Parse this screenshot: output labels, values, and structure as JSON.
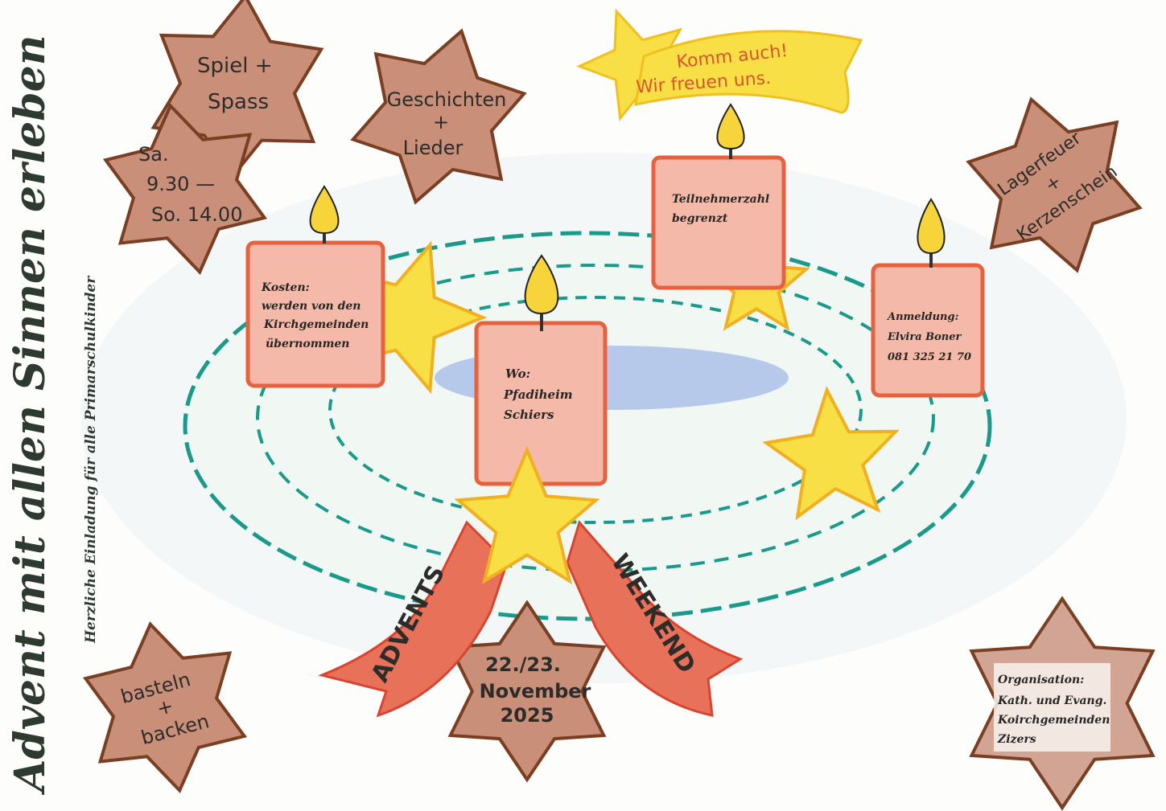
{
  "title": "Advent mit allen Sinnen erleben",
  "subtitle": "Herzliche Einladung für alle Primarschulkinder",
  "banner": {
    "line1": "Komm auch!",
    "line2": "Wir freuen uns."
  },
  "stars": {
    "spiel": {
      "line1": "Spiel +",
      "line2": "Spass"
    },
    "time": {
      "line1": "Sa.",
      "line2": "9.30 —",
      "line3": "So. 14.00"
    },
    "geschichten": {
      "line1": "Geschichten",
      "line2": "+",
      "line3": "Lieder"
    },
    "lagerfeuer": {
      "line1": "Lagerfeuer",
      "line2": "+",
      "line3": "Kerzenschein"
    },
    "date": {
      "line1": "22./23.",
      "line2": "November",
      "line3": "2025"
    },
    "basteln": {
      "line1": "basteln",
      "line2": "+",
      "line3": "backen"
    },
    "organisation": {
      "line1": "Organisation:",
      "line2": "Kath. und Evang.",
      "line3": "Koirchgemeinden",
      "line4": "Zizers"
    }
  },
  "candles": {
    "kosten": {
      "line1": "Kosten:",
      "line2": "werden von den",
      "line3": "Kirchgemeinden",
      "line4": "übernommen"
    },
    "teilnehmer": {
      "line1": "Teilnehmerzahl",
      "line2": "begrenzt"
    },
    "wo": {
      "line1": "Wo:",
      "line2": "Pfadiheim",
      "line3": "Schiers"
    },
    "anmeldung": {
      "line1": "Anmeldung:",
      "line2": "Elvira Boner",
      "line3": "081 325 21 70"
    }
  },
  "ribbon": {
    "left": "ADVENTS",
    "right": "WEEKEND"
  },
  "colors": {
    "brown": "#c98f78",
    "brown_outline": "#7a3f22",
    "yellow": "#f7df45",
    "green": "#1a9a8a",
    "candle": "#f4b9a8",
    "candle_outline": "#e8613e",
    "ribbon": "#e8715a"
  }
}
